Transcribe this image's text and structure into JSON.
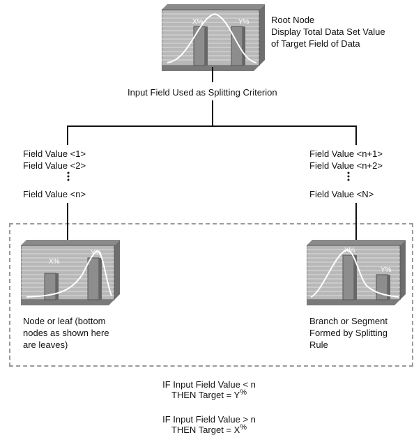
{
  "root": {
    "label_lines": [
      "Root Node",
      "Display Total Data Set Value",
      "of Target Field of Data"
    ],
    "bar_labels": [
      "X%",
      "Y%"
    ]
  },
  "splitting_label": "Input Field Used as Splitting Criterion",
  "left_branch": {
    "values": [
      "Field Value <1>",
      "Field Value <2>",
      "Field Value <n>"
    ],
    "leaf_label_lines": [
      "Node or leaf (bottom",
      "nodes as shown here",
      "are leaves)"
    ],
    "bar_labels": [
      "X%",
      "Y%"
    ]
  },
  "right_branch": {
    "values": [
      "Field Value <n+1>",
      "Field Value <n+2>",
      "Field Value <N>"
    ],
    "leaf_label_lines": [
      "Branch or Segment",
      "Formed by Splitting",
      "Rule"
    ],
    "bar_labels": [
      "X%",
      "Y%"
    ]
  },
  "rules": [
    {
      "if_text": "IF  Input Field Value < n",
      "then_text": "THEN Target = Y",
      "then_sup": "%"
    },
    {
      "if_text": "IF  Input Field Value > n",
      "then_text": "THEN Target = X",
      "then_sup": "%"
    }
  ]
}
